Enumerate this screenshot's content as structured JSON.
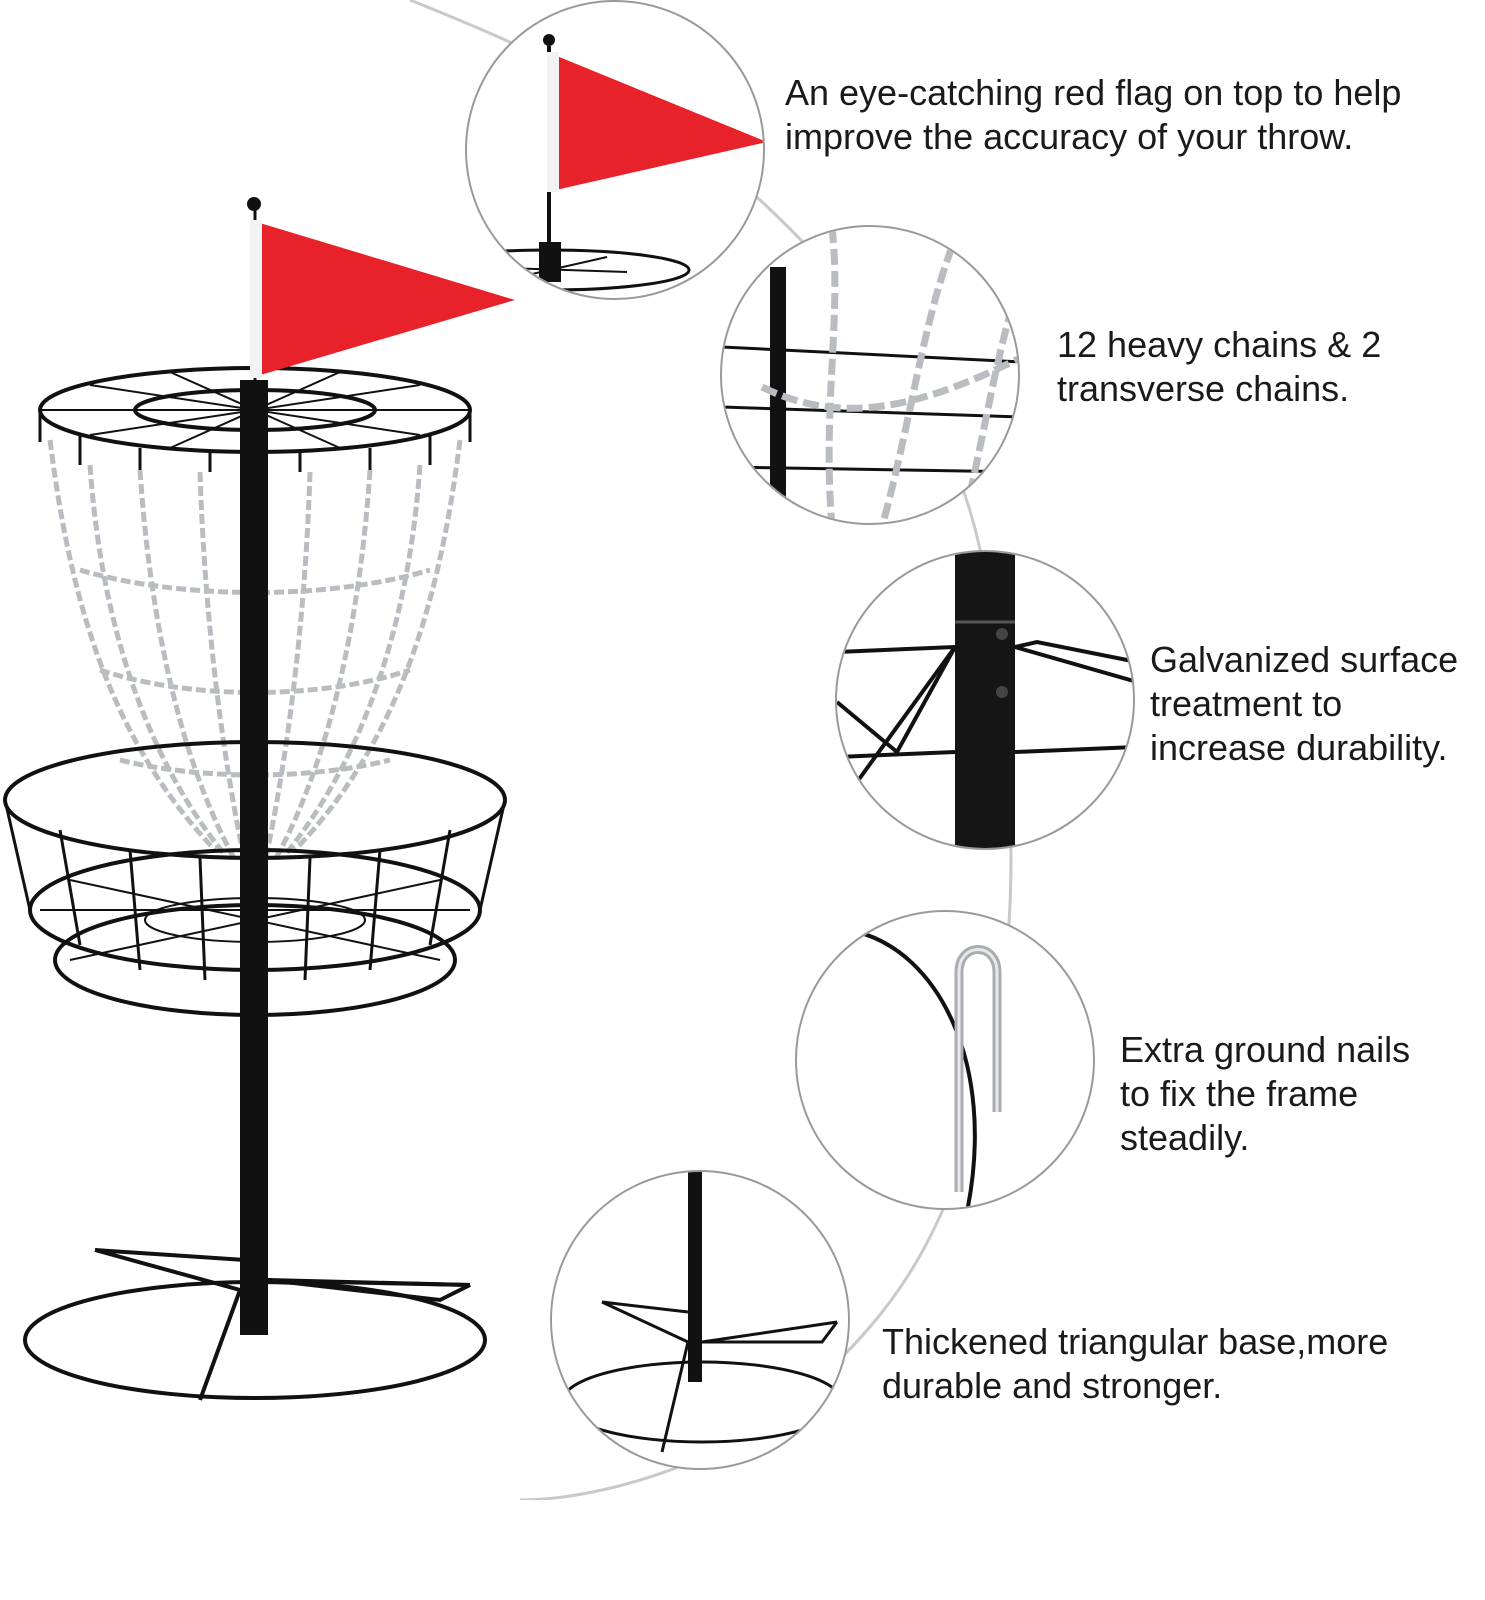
{
  "colors": {
    "flag": "#e8222b",
    "frame": "#111111",
    "chain": "#b9bcc0",
    "connector": "#c9c9c9",
    "circle_border": "#9a9a9a",
    "text": "#1a1a1a"
  },
  "product": {
    "icon": "disc-golf-basket-icon"
  },
  "features": [
    {
      "icon": "red-flag-icon",
      "text": "An eye-catching red flag on top to help\nimprove the accuracy of your throw."
    },
    {
      "icon": "chains-icon",
      "text": "12 heavy chains & 2\ntransverse chains."
    },
    {
      "icon": "pole-joint-icon",
      "text": "Galvanized surface\ntreatment to\nincrease durability."
    },
    {
      "icon": "ground-nail-icon",
      "text": "Extra ground nails\nto fix the frame\nsteadily."
    },
    {
      "icon": "triangular-base-icon",
      "text": "Thickened triangular base,more\ndurable and stronger."
    }
  ]
}
